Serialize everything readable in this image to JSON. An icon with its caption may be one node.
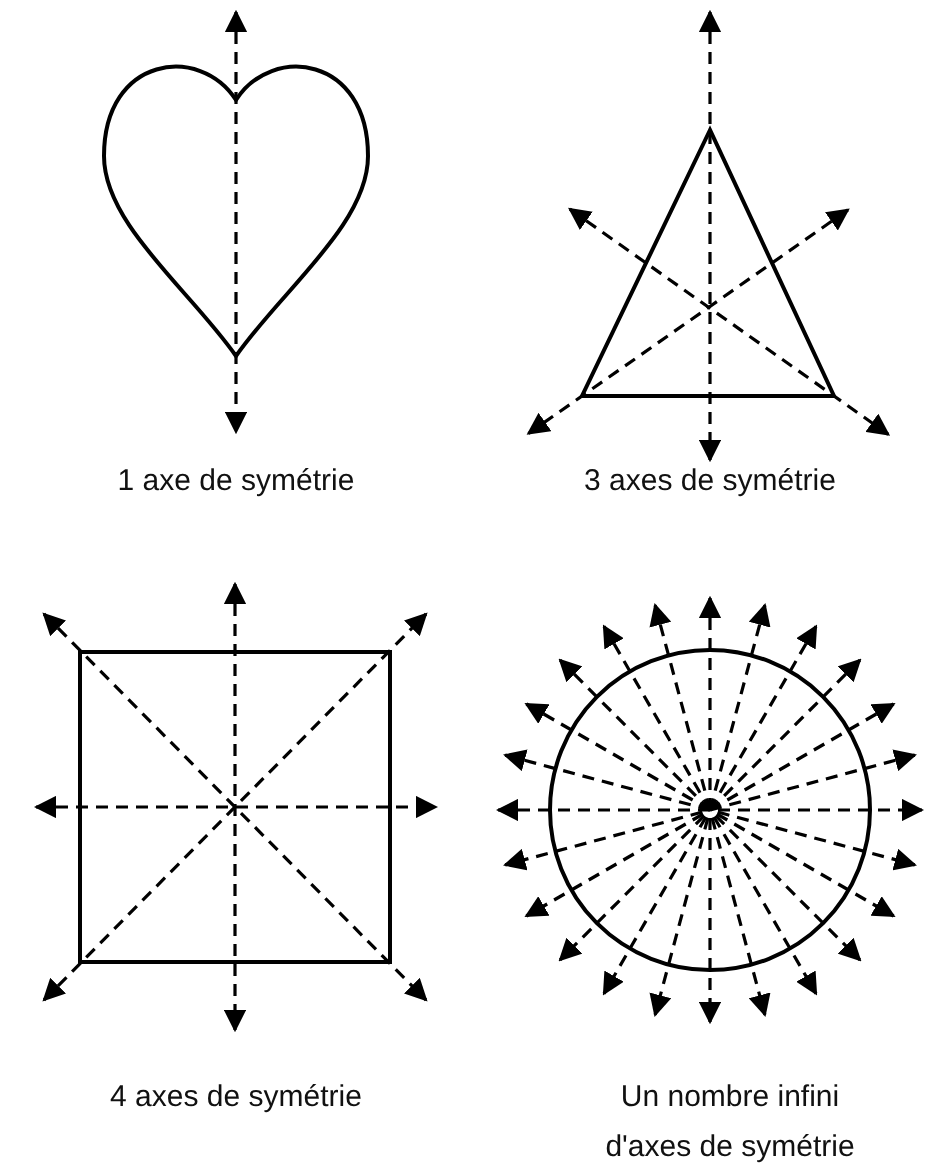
{
  "diagram": {
    "labels": [
      "1 axe de symétrie",
      "3 axes de symétrie",
      "4 axes de symétrie",
      "Un nombre infini d'axes de symétrie"
    ]
  }
}
